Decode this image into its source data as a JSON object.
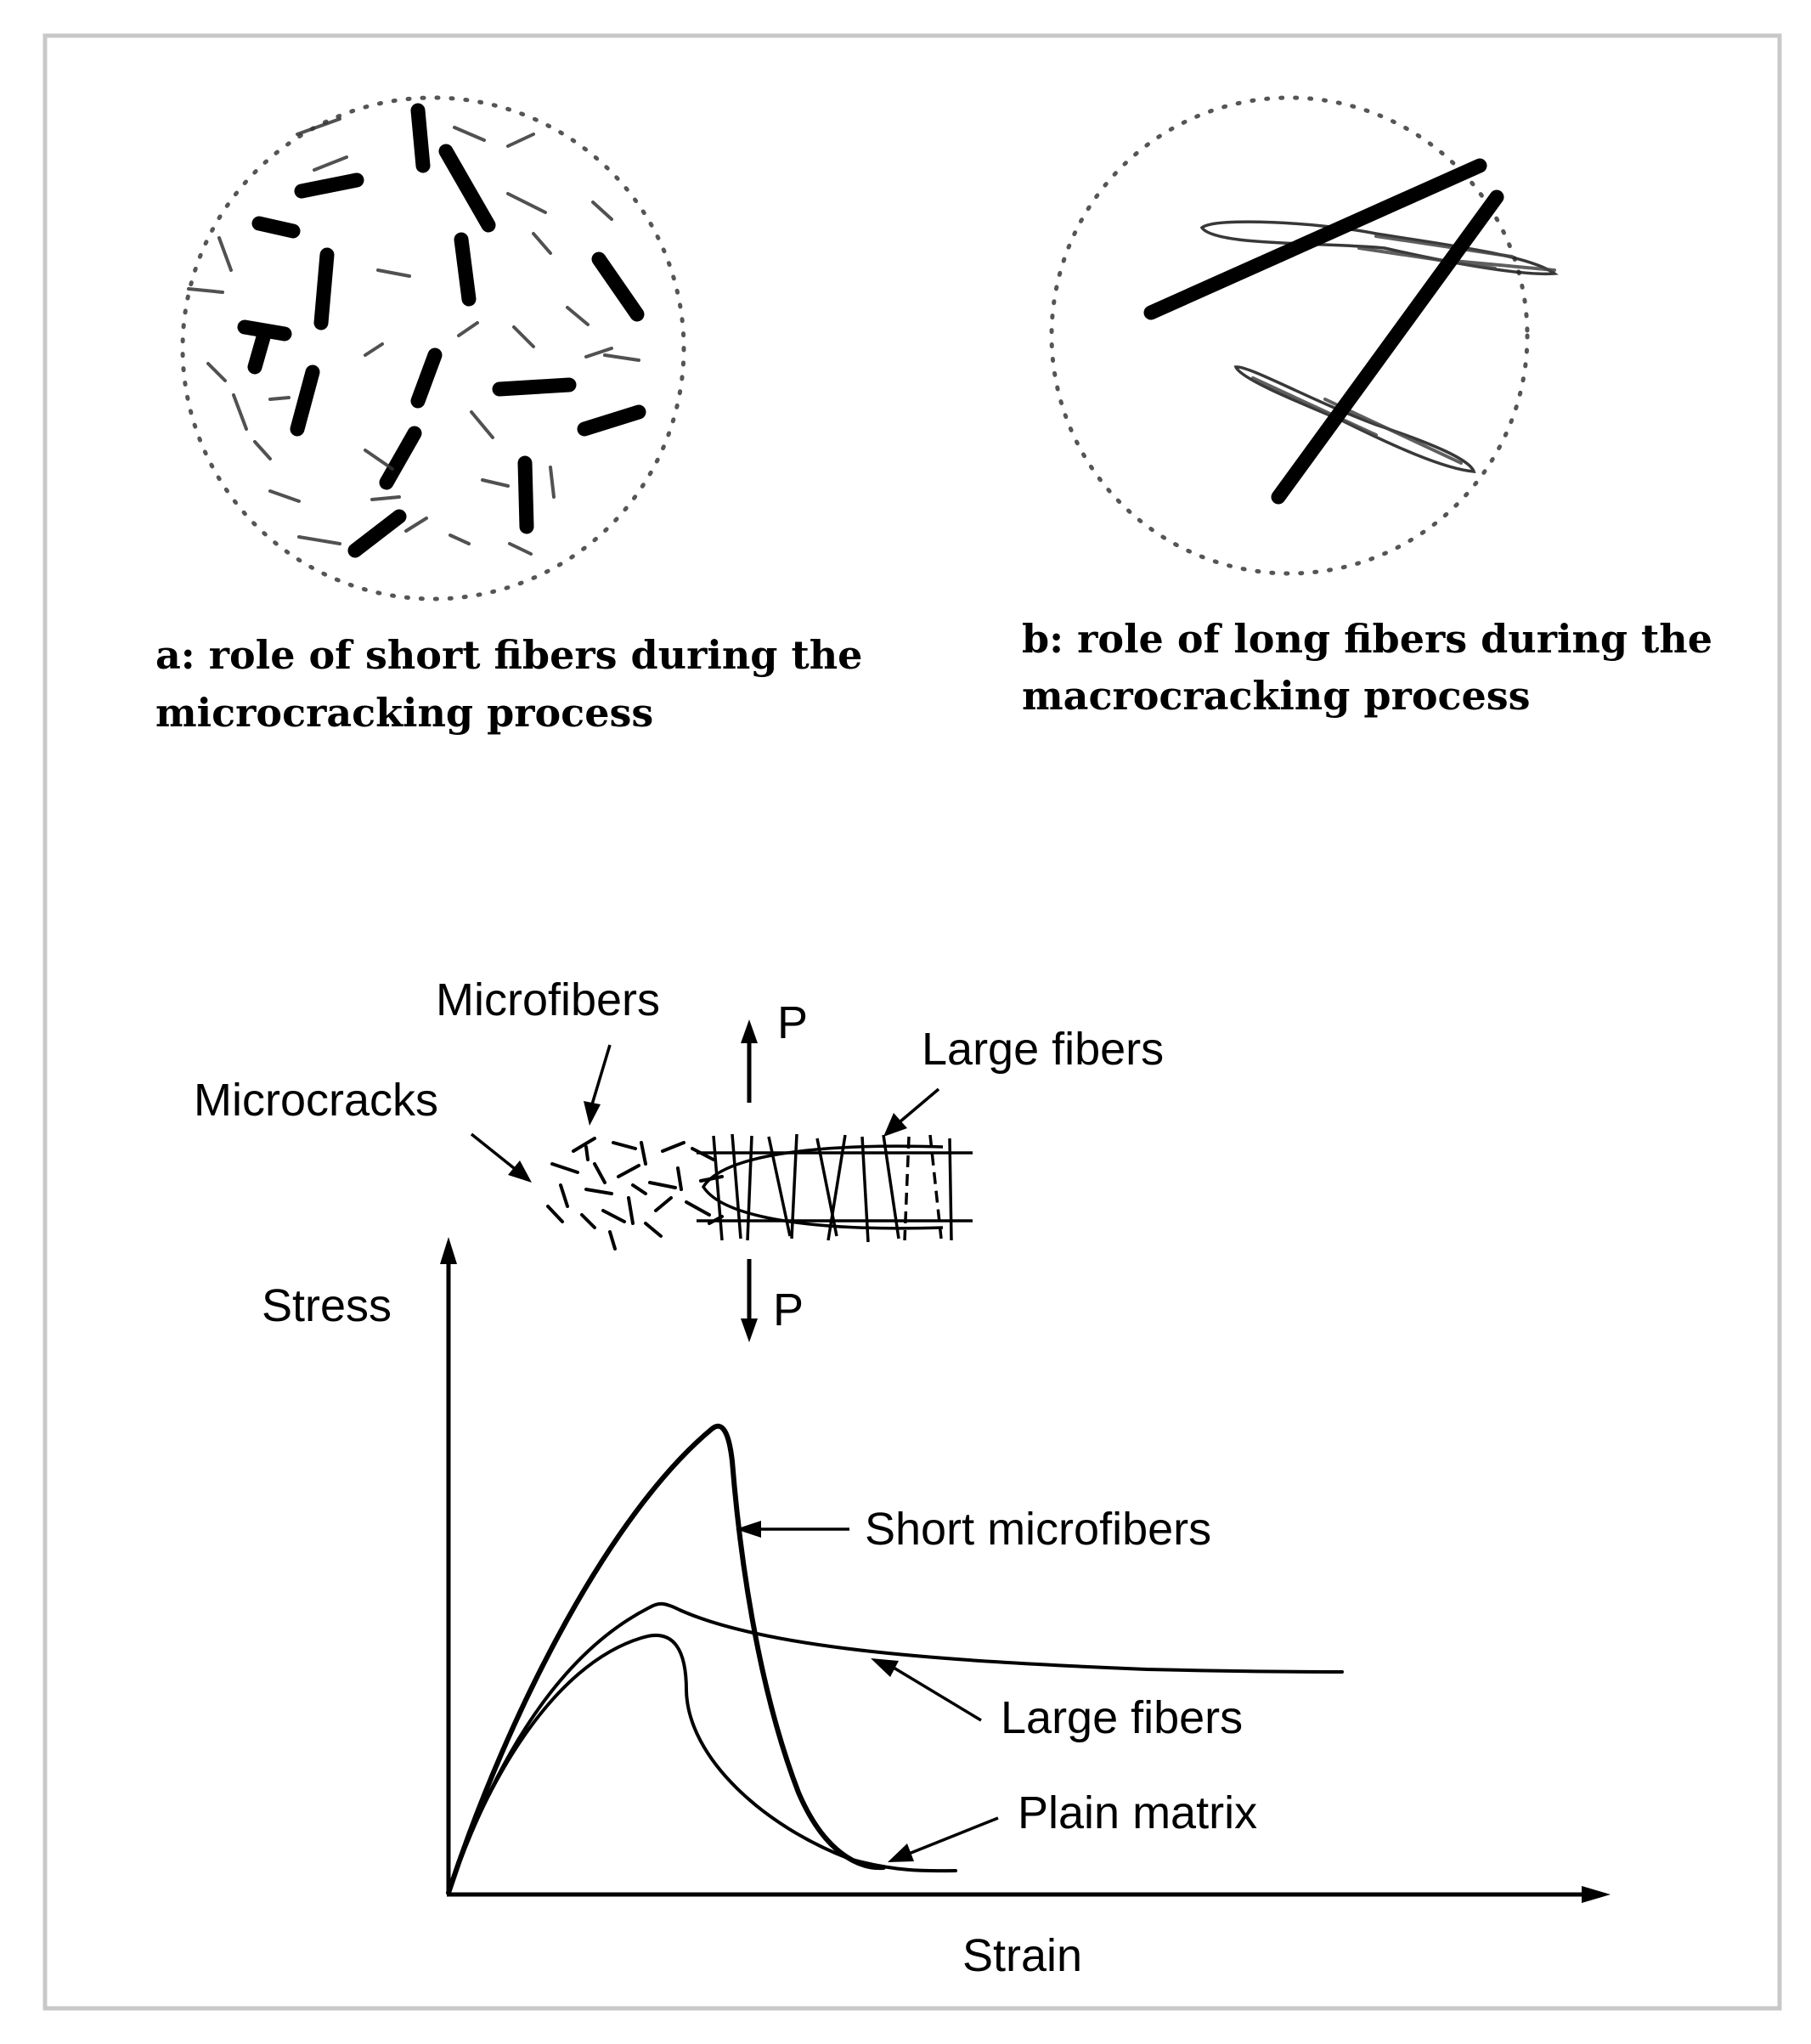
{
  "panel_a": {
    "caption_line1": "a: role of short fibers during the",
    "caption_line2": "microcracking process"
  },
  "panel_b": {
    "caption_line1": "b: role of long fibers during the",
    "caption_line2": "macrocracking process"
  },
  "specimen": {
    "microfibers_label": "Microfibers",
    "microcracks_label": "Microcracks",
    "large_fibers_label": "Large fibers",
    "load_top_label": "P",
    "load_bottom_label": "P"
  },
  "graph": {
    "y_axis_label": "Stress",
    "x_axis_label": "Strain",
    "curve_short_label": "Short microfibers",
    "curve_large_label": "Large fibers",
    "curve_plain_label": "Plain matrix"
  }
}
